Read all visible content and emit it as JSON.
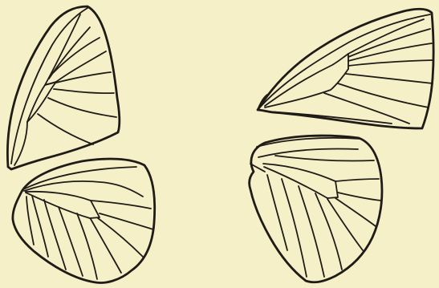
{
  "image": {
    "background": "#f5f0c8",
    "ink": "#1f1b16",
    "figures": [
      {
        "name": "left-pair",
        "parts": [
          "forewing",
          "hindwing"
        ]
      },
      {
        "name": "right-pair",
        "parts": [
          "forewing",
          "hindwing"
        ]
      }
    ]
  }
}
